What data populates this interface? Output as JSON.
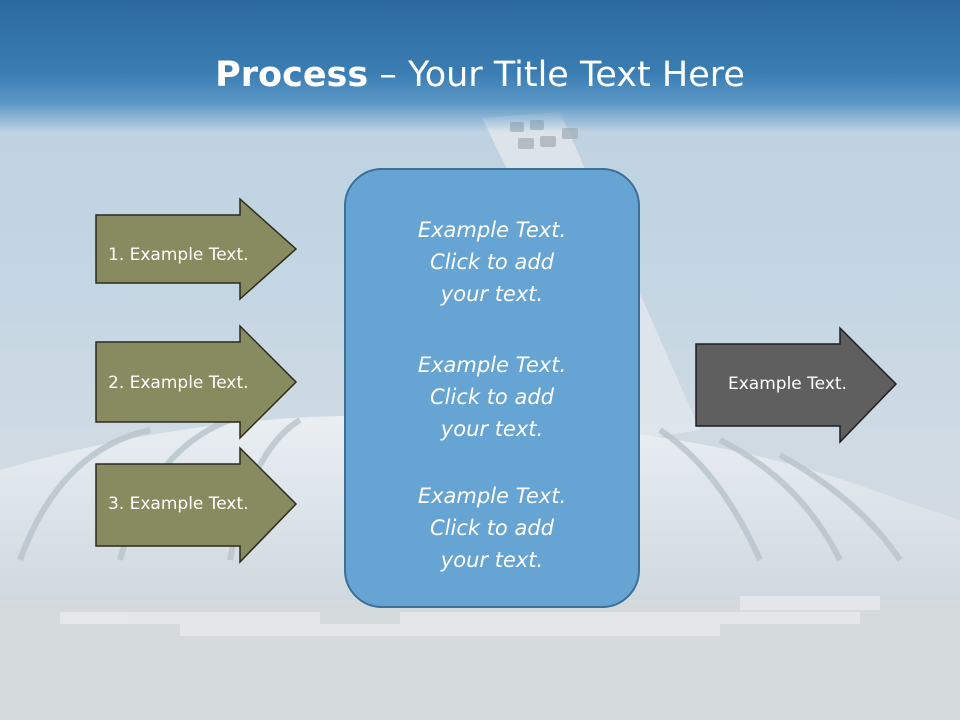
{
  "title": {
    "bold": "Process",
    "separator": " – ",
    "rest": "Your Title Text Here"
  },
  "steps": [
    {
      "label": "1. Example Text."
    },
    {
      "label": "2. Example Text."
    },
    {
      "label": "3. Example Text."
    }
  ],
  "center_blocks": [
    {
      "line1": "Example Text.",
      "line2": "Click  to add",
      "line3": "your text."
    },
    {
      "line1": "Example Text.",
      "line2": "Click  to add",
      "line3": "your text."
    },
    {
      "line1": "Example Text.",
      "line2": "Click  to add",
      "line3": "your text."
    }
  ],
  "output": {
    "label": "Example Text."
  },
  "colors": {
    "step_arrow_fill": "#888a5f",
    "output_arrow_fill": "#5f5f5f",
    "center_box_fill": "#66a4d4",
    "title_band": "#2c6a9e"
  }
}
